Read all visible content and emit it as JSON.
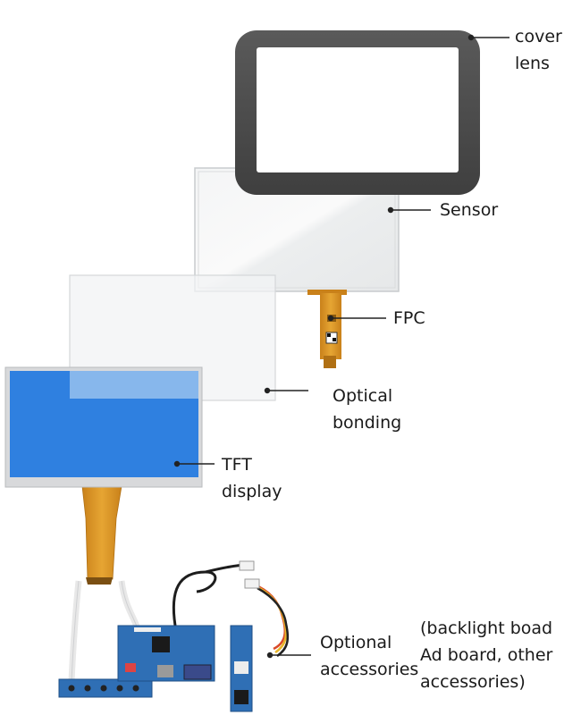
{
  "labels": {
    "cover_lens": [
      "cover",
      "lens"
    ],
    "sensor": [
      "Sensor"
    ],
    "fpc": [
      "FPC"
    ],
    "optical_bonding": [
      "Optical",
      "bonding"
    ],
    "tft_display": [
      "TFT",
      "display"
    ],
    "optional_accessories": [
      "Optional",
      "accessories"
    ],
    "accessories_note": [
      "(backlight boad",
      "Ad board, other",
      "accessories)"
    ]
  },
  "colors": {
    "bezel": "#4e4e4e",
    "tft_screen": "#2e7fe0",
    "fpc": "#d9901a",
    "pcb": "#2f6fb5",
    "leader": "#222222"
  }
}
